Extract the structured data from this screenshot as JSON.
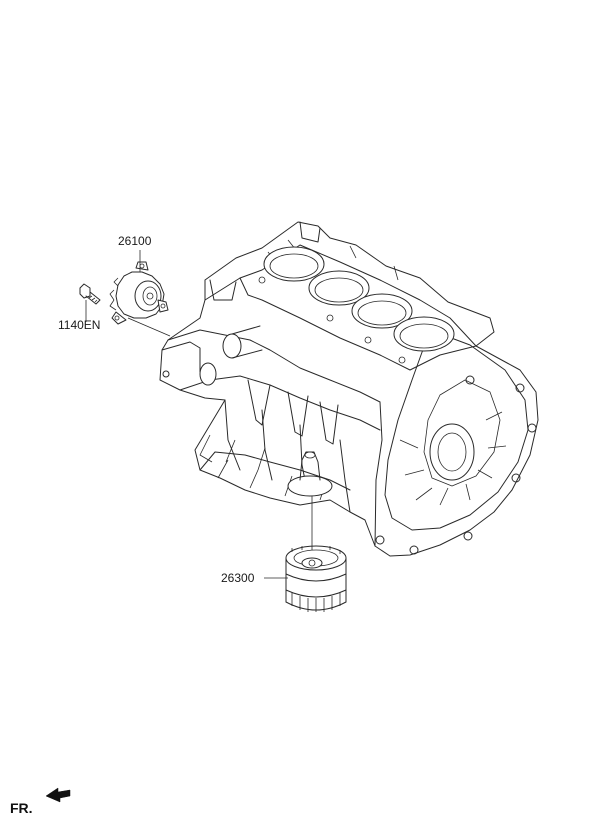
{
  "parts": [
    {
      "id": "water_pump",
      "part_number": "26100"
    },
    {
      "id": "bolt",
      "part_number": "1140EN"
    },
    {
      "id": "oil_filter",
      "part_number": "26300"
    }
  ],
  "direction_indicator": {
    "label": "FR."
  }
}
